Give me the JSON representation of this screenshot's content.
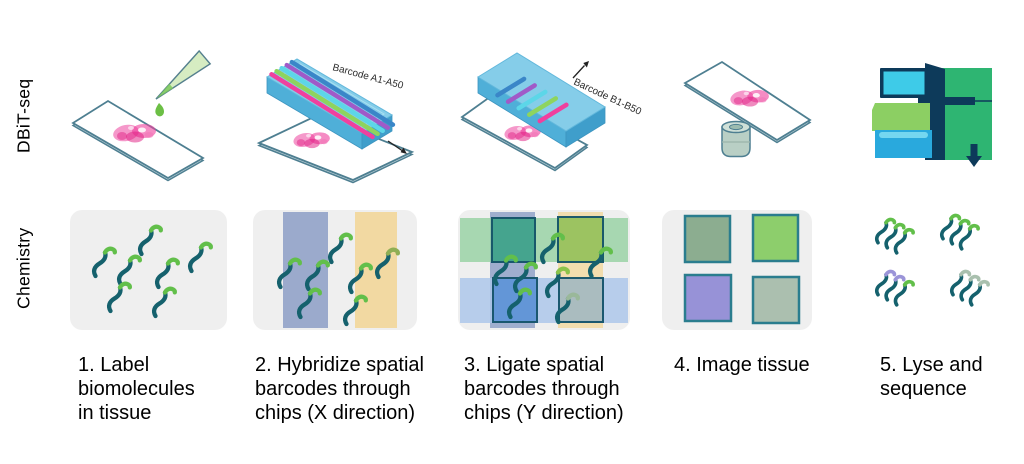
{
  "row_labels": {
    "top": "DBiT-seq",
    "bottom": "Chemistry"
  },
  "steps": [
    {
      "id": 1,
      "caption": "1. Label\nbiomolecules\nin tissue",
      "illustration": "pipette-dropping-reagent-on-tissue-slide",
      "chemistry": "free-biomolecules-in-tissue"
    },
    {
      "id": 2,
      "caption": "2. Hybridize spatial\nbarcodes through\nchips (X direction)",
      "barcode_label": "Barcode A1-A50",
      "illustration": "microfluidic-chip-x-direction-on-slide",
      "chemistry": "barcode-columns-x-direction"
    },
    {
      "id": 3,
      "caption": "3. Ligate spatial\nbarcodes through\nchips (Y direction)",
      "barcode_label": "Barcode B1-B50",
      "illustration": "microfluidic-chip-y-direction-on-slide",
      "chemistry": "crossed-barcode-grid-xy-pixels"
    },
    {
      "id": 4,
      "caption": "4. Image tissue",
      "illustration": "slide-over-microscope-objective",
      "chemistry": "four-barcoded-pixels"
    },
    {
      "id": 5,
      "caption": "5. Lyse and\nsequence",
      "illustration": "sequencer-instrument",
      "chemistry": "released-barcoded-molecule-clusters"
    }
  ],
  "colors": {
    "panel_gray": "#efefef",
    "dna_body_teal": "#15616d",
    "dna_cap_green": "#62bf4a",
    "dna_cap_purple": "#9b94d8",
    "dna_cap_gray_green": "#a9c0ae",
    "dna_cap_olive": "#8fae54",
    "chip_blue_top": "#85cde9",
    "chip_blue_front": "#4fafd8",
    "chip_blue_side": "#3f9ecb",
    "stripe_pink": "#f0409e",
    "stripe_green": "#8ed45e",
    "stripe_cyan": "#5cd6e8",
    "stripe_purple": "#a05ac8",
    "stripe_dark_blue": "#3a86c8",
    "column_slate_blue": "#91a2c8",
    "column_yellow": "#f2d9a2",
    "row_band_green": "#8fcf9c",
    "row_band_blue": "#a9c4ea",
    "well_teal_green": "#3fa28c",
    "well_olive_green": "#9cc25c",
    "well_blue": "#5e93d6",
    "well_gray": "#a9bbbd",
    "square_sage": "#8cad90",
    "square_green": "#8dce6c",
    "square_lavender": "#9792d7",
    "square_gray_green": "#abbfaf",
    "tissue_pink": "#ee3f9c",
    "drop_green": "#6cbf45",
    "slide_outline": "#4e7f91",
    "sequencer_green": "#2eb572",
    "sequencer_navy": "#0d3a5a",
    "sequencer_screen_cyan": "#3ecbe8",
    "sequencer_light_green": "#8ccf63",
    "sequencer_blue": "#29a9dd"
  }
}
